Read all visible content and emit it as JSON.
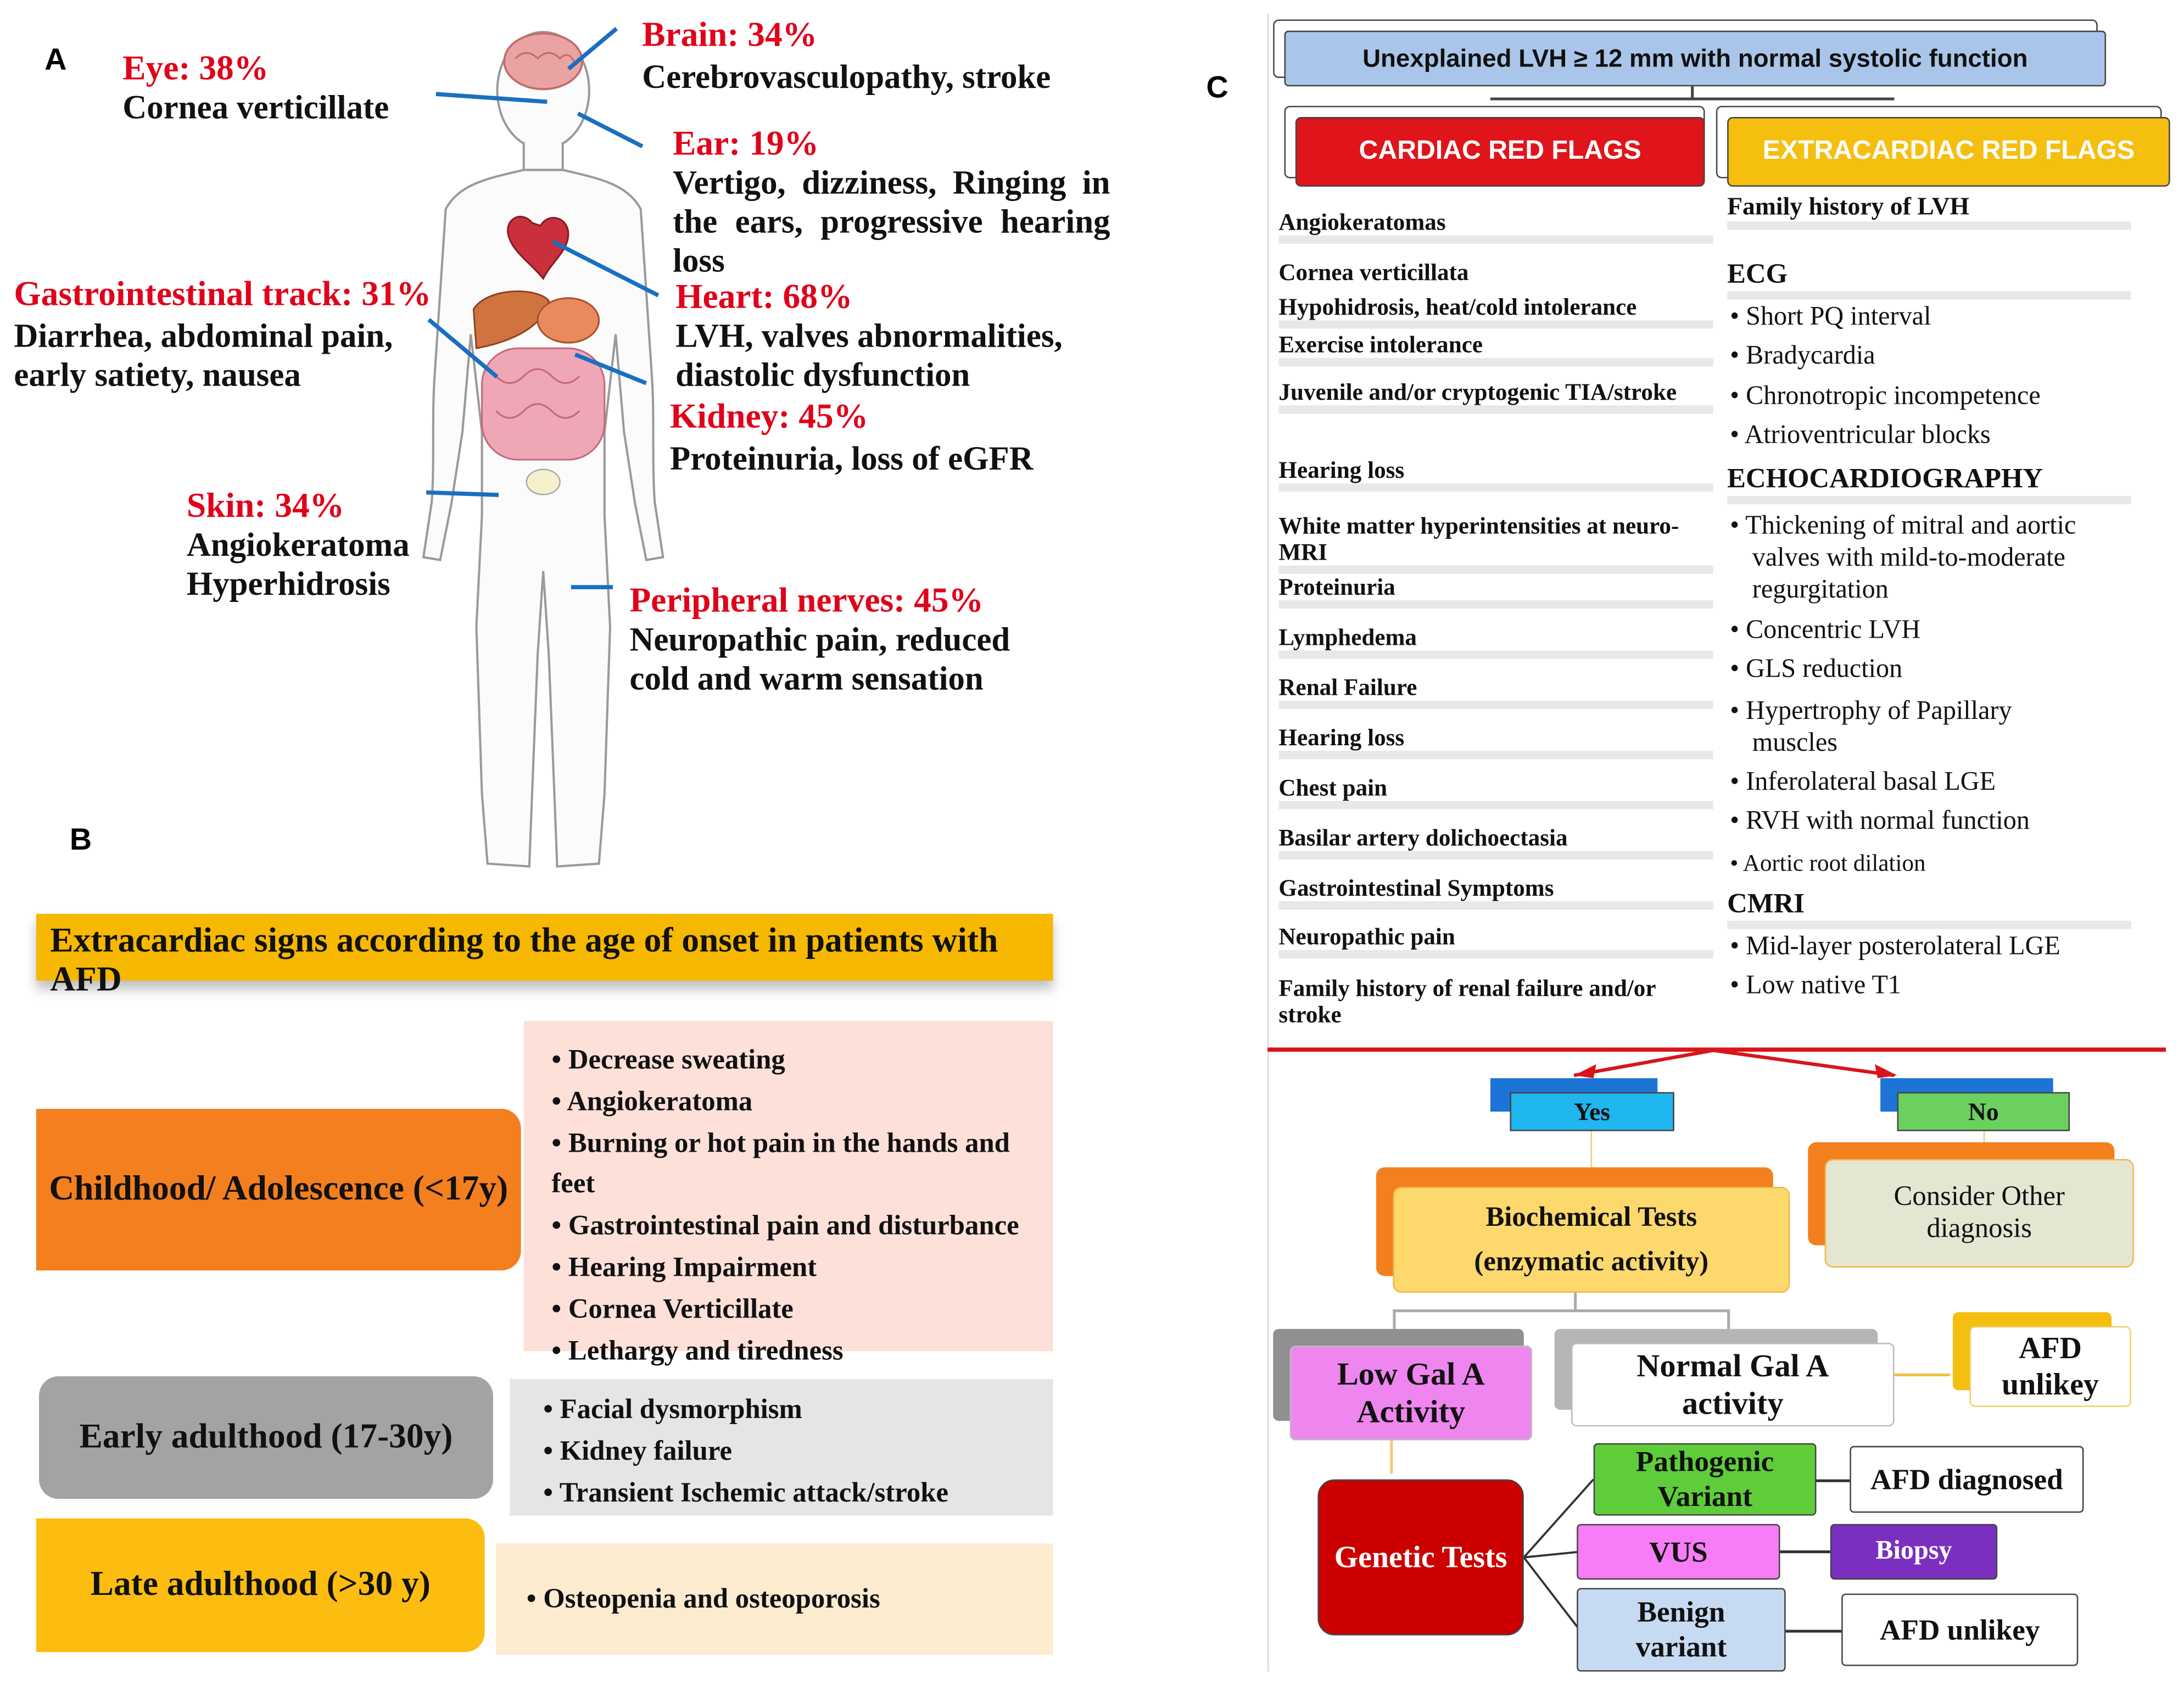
{
  "panels": {
    "a": "A",
    "b": "B",
    "c": "C"
  },
  "panel_a": {
    "organs": [
      {
        "title": "Brain: 34%",
        "desc": "Cerebrovasculopathy, stroke"
      },
      {
        "title": "Eye: 38%",
        "desc": "Cornea verticillate"
      },
      {
        "title": "Ear: 19%",
        "desc": "Vertigo, dizziness, Ringing in the ears, progressive hearing loss"
      },
      {
        "title": "Gastrointestinal track: 31%",
        "desc": "Diarrhea, abdominal pain, early satiety, nausea"
      },
      {
        "title": "Heart: 68%",
        "desc": "LVH, valves abnormalities, diastolic dysfunction"
      },
      {
        "title": "Kidney: 45%",
        "desc": "Proteinuria, loss of eGFR"
      },
      {
        "title": "Skin: 34%",
        "desc": "Angiokeratoma Hyperhidrosis"
      },
      {
        "title": "Peripheral nerves: 45%",
        "desc": "Neuropathic pain, reduced cold and warm sensation"
      }
    ]
  },
  "panel_b": {
    "banner": "Extracardiac signs according to the age of onset in patients with AFD",
    "stages": [
      {
        "label": "Childhood/ Adolescence  (<17y)",
        "color": "#f47f1f",
        "list_bg": "#fde0d8",
        "items": [
          "Decrease sweating",
          "Angiokeratoma",
          "Burning or hot pain in the hands and feet",
          "Gastrointestinal pain and disturbance",
          "Hearing Impairment",
          "Cornea Verticillate",
          "Lethargy and tiredness"
        ]
      },
      {
        "label": "Early adulthood (17-30y)",
        "color": "#a3a3a3",
        "list_bg": "#e5e5e5",
        "items": [
          "Facial dysmorphism",
          "Kidney failure",
          "Transient Ischemic attack/stroke"
        ]
      },
      {
        "label": "Late adulthood  (>30 y)",
        "color": "#fdbd10",
        "list_bg": "#fdebd0",
        "items": [
          "Osteopenia and osteoporosis"
        ]
      }
    ]
  },
  "panel_c": {
    "top": "Unexplained LVH  ≥ 12 mm with normal systolic function",
    "cardiac_header": "CARDIAC RED FLAGS",
    "extracardiac_header": "EXTRACARDIAC RED FLAGS",
    "left_items": [
      "Angiokeratomas",
      "Cornea verticillata",
      "Hypohidrosis, heat/cold intolerance",
      "Exercise intolerance",
      "Juvenile and/or cryptogenic TIA/stroke",
      "Hearing loss",
      "White matter hyperintensities at neuro-MRI",
      "Proteinuria",
      "Lymphedema",
      "Renal Failure",
      "Hearing loss",
      "Chest pain",
      "Basilar artery dolichoectasia",
      "Gastrointestinal Symptoms",
      "Neuropathic pain",
      "Family history of renal failure and/or stroke"
    ],
    "right": {
      "family": "Family history of LVH",
      "ecg_head": "ECG",
      "ecg": [
        "Short PQ interval",
        "Bradycardia",
        "Chronotropic incompetence",
        "Atrioventricular blocks"
      ],
      "echo_head": "ECHOCARDIOGRAPHY",
      "echo": [
        "Thickening of mitral and aortic valves with mild-to-moderate regurgitation",
        "Concentric LVH",
        "GLS reduction",
        "Hypertrophy of Papillary muscles",
        "Inferolateral basal LGE",
        "RVH with normal function",
        "Aortic root dilation"
      ],
      "cmri_head": "CMRI",
      "cmri": [
        "Mid-layer posterolateral LGE",
        "Low native T1"
      ]
    },
    "flow": {
      "yes": "Yes",
      "no": "No",
      "biochem": "Biochemical Tests (enzymatic activity)",
      "other": "Consider Other diagnosis",
      "low": "Low Gal A Activity",
      "normal": "Normal Gal A activity",
      "afd_unlikey_top": "AFD unlikey",
      "genetic": "Genetic Tests",
      "pathogenic": "Pathogenic Variant",
      "vus": "VUS",
      "benign": "Benign variant",
      "diagnosed": "AFD diagnosed",
      "biopsy": "Biopsy",
      "afd_unlikey": "AFD unlikey"
    }
  }
}
